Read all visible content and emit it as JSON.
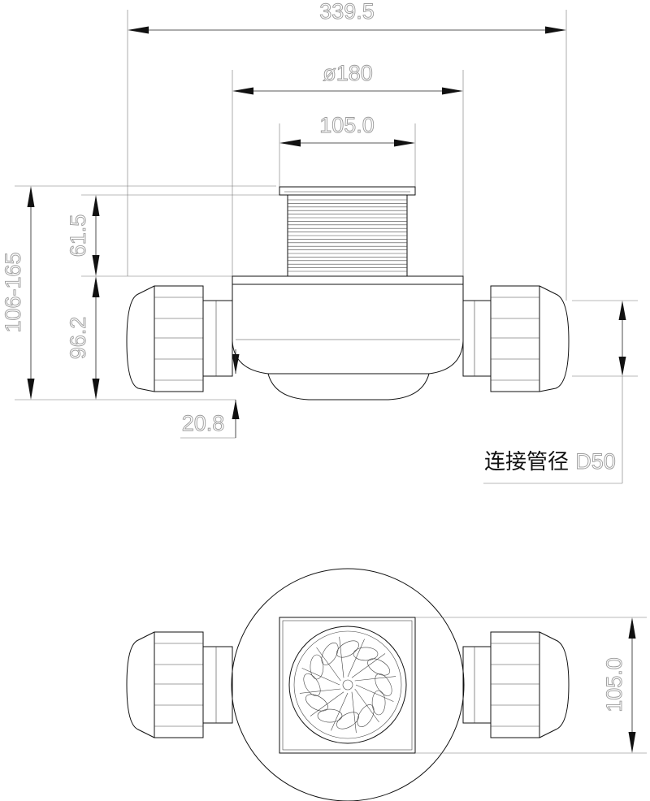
{
  "dimensions": {
    "overall_width": "339.5",
    "outer_diameter": "ø180",
    "grate_width_top": "105.0",
    "total_height_range": "106-165",
    "upper_height": "61.5",
    "body_height": "96.2",
    "bottom_offset": "20.8",
    "pipe_size": "D50",
    "plan_grate_width": "105.0"
  },
  "labels": {
    "pipe_connection_note": "连接管径"
  }
}
